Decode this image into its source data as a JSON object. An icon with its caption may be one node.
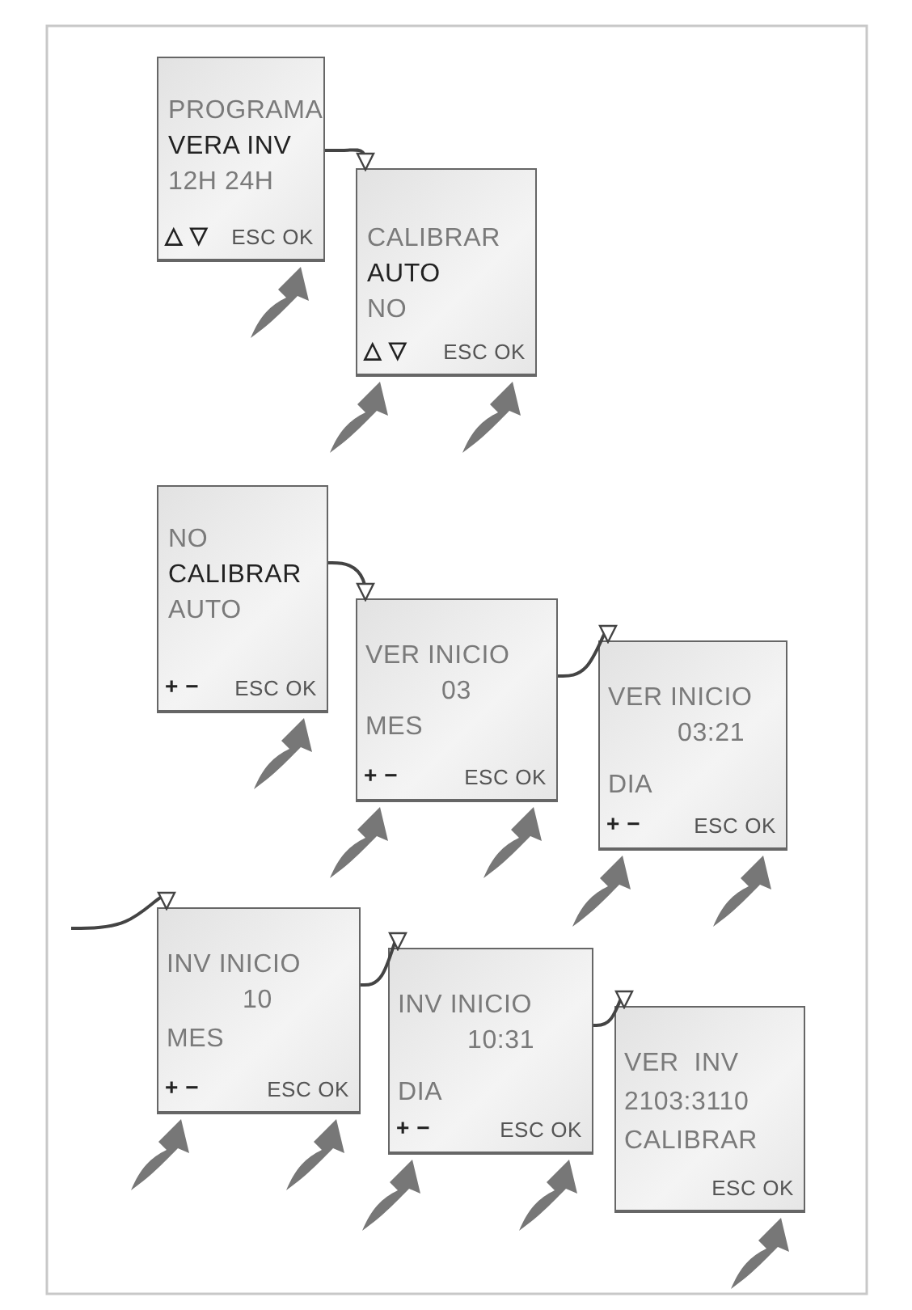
{
  "diagram": {
    "nodes": [
      {
        "text": [
          "PROGRAMA",
          "VERA INV",
          "12H 24H",
          "△ ▽",
          "ESC OK"
        ]
      },
      {
        "text": [
          "CALIBRAR",
          "AUTO",
          "NO",
          "△ ▽",
          "ESC OK"
        ]
      },
      {
        "text": [
          "NO",
          "CALIBRAR",
          "AUTO",
          "+ −",
          "ESC OK"
        ]
      },
      {
        "text": [
          "VER INICIO",
          "03",
          "MES",
          "+ −",
          "ESC OK"
        ]
      },
      {
        "text": [
          "VER INICIO",
          "03:21",
          "DIA",
          "+ −",
          "ESC OK"
        ]
      },
      {
        "text": [
          "INV INICIO",
          "10",
          "MES",
          "+ −",
          "ESC OK"
        ]
      },
      {
        "text": [
          "INV INICIO",
          "10:31",
          "DIA",
          "+ −",
          "ESC OK"
        ]
      },
      {
        "text": [
          "VER  INV",
          "2103:3110",
          "CALIBRAR",
          "ESC OK"
        ]
      }
    ],
    "edges": [
      {
        "from": 0,
        "to": 1,
        "arrow": "to"
      },
      {
        "from": 2,
        "to": 3,
        "arrow": "to"
      },
      {
        "from": 3,
        "to": 4,
        "arrow": "to"
      },
      {
        "from": null,
        "to": 5,
        "arrow": "to"
      },
      {
        "from": 5,
        "to": 6,
        "arrow": "to"
      },
      {
        "from": 6,
        "to": 7,
        "arrow": "to"
      }
    ]
  }
}
